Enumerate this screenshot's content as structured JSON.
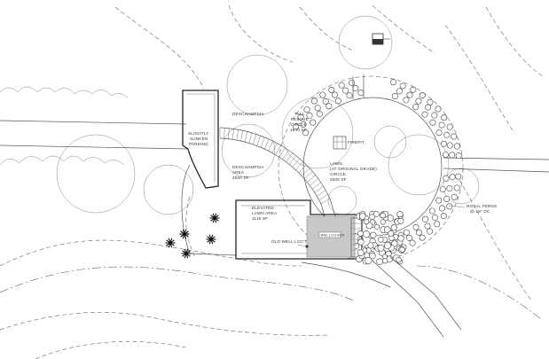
{
  "labels": {
    "sunken_parking": [
      "SLIGHTLY",
      "SUNKEN",
      "PARKING"
    ],
    "deschampsia_top": "DESCHAMPSIA",
    "deschampsia_area": [
      "DESCHAMPSIA",
      "AREA",
      "2000 SF"
    ],
    "fescue_circle": [
      "TALL",
      "FESCUE",
      "CIRCLE",
      "1840 SF"
    ],
    "firepit": "FIREPIT",
    "lawn_circle": [
      "LAWN",
      "(AT ORIGINAL GRADE)",
      "CIRCLE",
      "2500 SF"
    ],
    "elevated_lawn": [
      "ELEVATED",
      "LAWN AREA",
      "1115 SF"
    ],
    "old_well_loc": "OLD WELL LOC'T",
    "wellcover": "WELLCOVER",
    "royal_ferns": [
      "ROYAL FERNS",
      "@ 18\" OC"
    ]
  },
  "colors": {
    "linework": "#555555",
    "wellcover_fill": "#c8c8c8",
    "fern": "#111111"
  }
}
